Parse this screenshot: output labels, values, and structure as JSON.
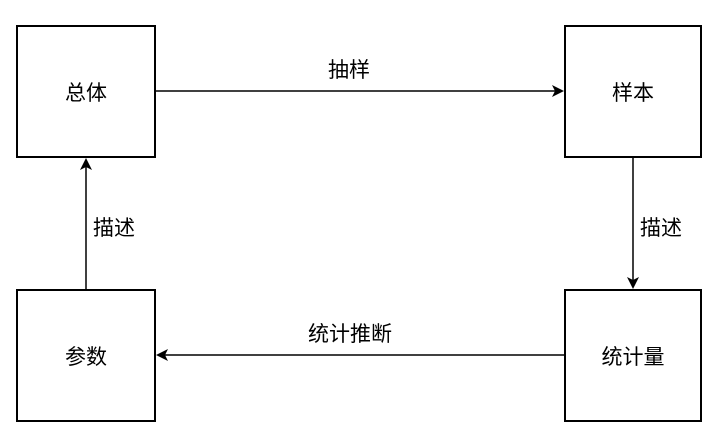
{
  "nodes": {
    "population": "总体",
    "sample": "样本",
    "parameter": "参数",
    "statistic": "统计量"
  },
  "edges": {
    "sampling": "抽样",
    "describe_sample": "描述",
    "inference": "统计推断",
    "describe_parameter": "描述"
  },
  "colors": {
    "stroke": "#000000",
    "background": "#ffffff"
  }
}
